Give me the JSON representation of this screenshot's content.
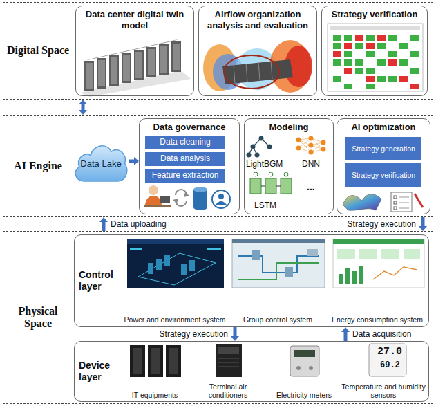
{
  "diagram": {
    "nodes": [
      {
        "text": [
          "Digital Space"
        ]
      },
      {
        "text": [
          "Data center digital twin model"
        ],
        "in": 0
      },
      {
        "text": [
          "Airflow organization analysis and evaluation"
        ],
        "in": 0
      },
      {
        "text": [
          "Strategy verification"
        ],
        "in": 0
      },
      {
        "text": [
          "AI Engine"
        ]
      },
      {
        "text": [
          "Data Lake"
        ],
        "in": 4
      },
      {
        "text": [
          "Data governance"
        ],
        "in": 4
      },
      {
        "text": [
          "Data cleaning"
        ],
        "in": 6
      },
      {
        "text": [
          "Data analysis"
        ],
        "in": 6
      },
      {
        "text": [
          "Feature extraction"
        ],
        "in": 6
      },
      {
        "text": [
          "Modeling"
        ],
        "in": 4
      },
      {
        "text": [
          "AI optimization"
        ],
        "in": 4
      },
      {
        "text": [
          "Strategy generation"
        ],
        "in": 11
      },
      {
        "text": [
          "Strategy verification"
        ],
        "in": 11
      },
      {
        "text": [
          "Physical Space"
        ]
      },
      {
        "text": [
          "Control layer"
        ],
        "in": 14
      },
      {
        "text": [
          "Power and environment system"
        ],
        "in": 15
      },
      {
        "text": [
          "Group control system"
        ],
        "in": 15
      },
      {
        "text": [
          "Energy consumption system"
        ],
        "in": 15
      },
      {
        "text": [
          "Device layer"
        ],
        "in": 14
      },
      {
        "text": [
          "IT equipments"
        ],
        "in": 19
      },
      {
        "text": [
          "Terminal air conditioners"
        ],
        "in": 19
      },
      {
        "text": [
          "Electricity meters"
        ],
        "in": 19
      },
      {
        "text": [
          "Temperature and humidity sensors"
        ],
        "in": 19
      }
    ],
    "edges": [
      {
        "from": 0,
        "to": 4,
        "arrow": "both"
      },
      {
        "from": 5,
        "to": 6,
        "arrow": "to"
      },
      {
        "from": 14,
        "to": 4,
        "label": "Data uploading",
        "arrow": "to"
      },
      {
        "from": 4,
        "to": 14,
        "label": "Strategy execution",
        "arrow": "to"
      },
      {
        "from": 15,
        "to": 19,
        "label": "Strategy execution",
        "arrow": "to"
      },
      {
        "from": 19,
        "to": 15,
        "label": "Data acquisition",
        "arrow": "to"
      }
    ],
    "labels": [
      "LightBGM",
      "DNN",
      "LSTM",
      "...",
      "27.0",
      "69.2"
    ]
  }
}
